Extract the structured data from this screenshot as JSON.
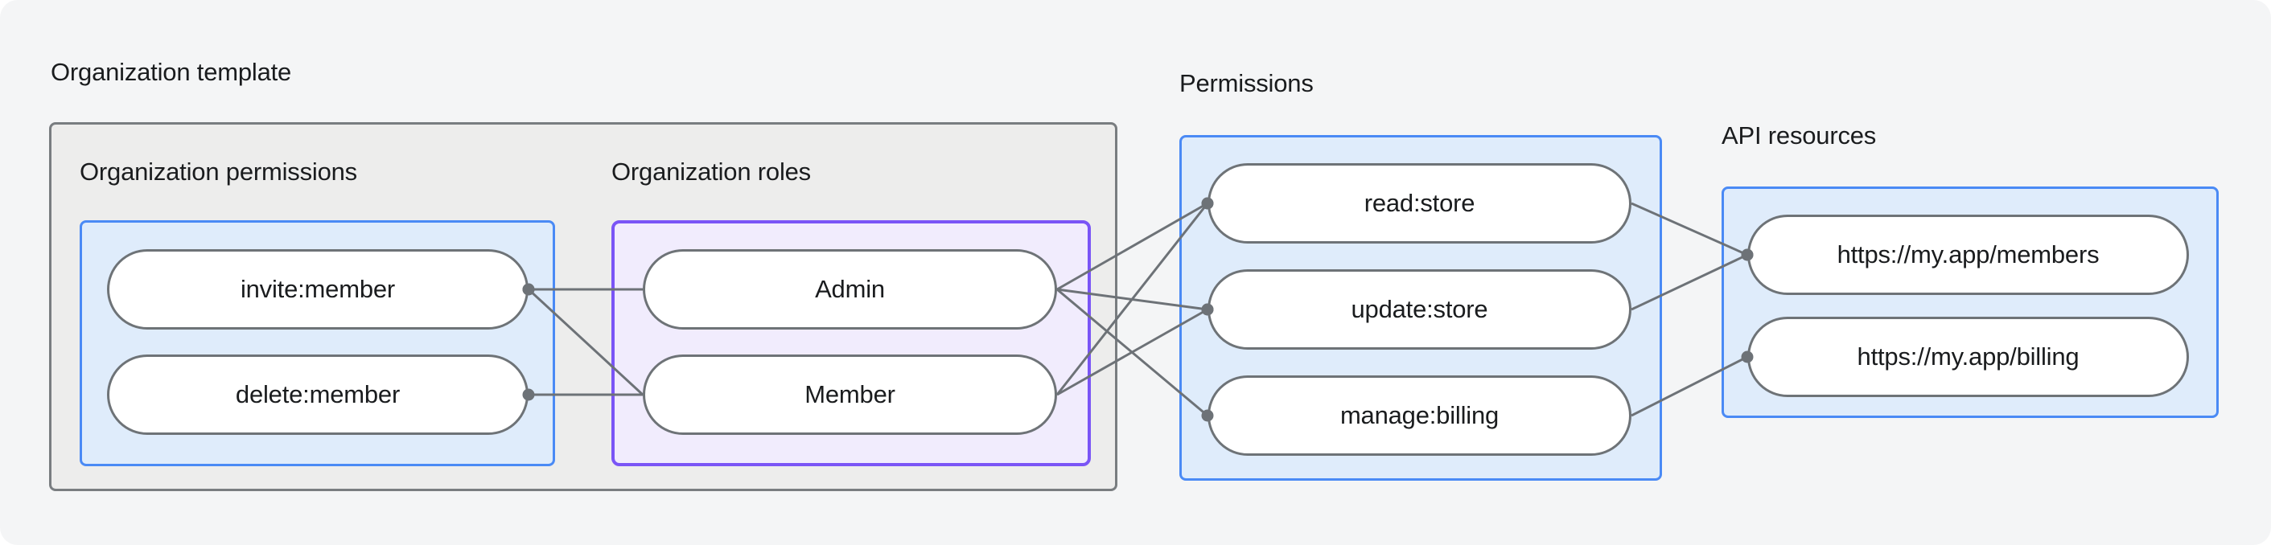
{
  "labels": {
    "org_template": "Organization template",
    "org_permissions": "Organization permissions",
    "org_roles": "Organization roles",
    "permissions": "Permissions",
    "api_resources": "API resources"
  },
  "nodes": [
    {
      "id": "invite_member",
      "label": "invite:member",
      "group": "org_permissions"
    },
    {
      "id": "delete_member",
      "label": "delete:member",
      "group": "org_permissions"
    },
    {
      "id": "admin",
      "label": "Admin",
      "group": "org_roles"
    },
    {
      "id": "member",
      "label": "Member",
      "group": "org_roles"
    },
    {
      "id": "read_store",
      "label": "read:store",
      "group": "permissions"
    },
    {
      "id": "update_store",
      "label": "update:store",
      "group": "permissions"
    },
    {
      "id": "manage_billing",
      "label": "manage:billing",
      "group": "permissions"
    },
    {
      "id": "members_api",
      "label": "https://my.app/members",
      "group": "api_resources"
    },
    {
      "id": "billing_api",
      "label": "https://my.app/billing",
      "group": "api_resources"
    }
  ],
  "edges": [
    {
      "from": "invite_member",
      "to": "admin",
      "dot": "from"
    },
    {
      "from": "invite_member",
      "to": "member",
      "dot": "from"
    },
    {
      "from": "delete_member",
      "to": "member",
      "dot": "from"
    },
    {
      "from": "admin",
      "to": "read_store",
      "dot": "to"
    },
    {
      "from": "admin",
      "to": "update_store",
      "dot": "to"
    },
    {
      "from": "admin",
      "to": "manage_billing",
      "dot": "to"
    },
    {
      "from": "member",
      "to": "read_store",
      "dot": "to"
    },
    {
      "from": "member",
      "to": "update_store",
      "dot": "to"
    },
    {
      "from": "read_store",
      "to": "members_api",
      "dot": "to"
    },
    {
      "from": "update_store",
      "to": "members_api",
      "dot": "to"
    },
    {
      "from": "manage_billing",
      "to": "billing_api",
      "dot": "to"
    }
  ],
  "colors": {
    "bg": "#f4f5f6",
    "text": "#1a1c1e",
    "line": "#6d7277",
    "dot": "#6d7277",
    "pill_fill": "#ffffff",
    "pill_border": "#6e7377",
    "gray_box_fill": "#ededec",
    "gray_box_border": "#797d80",
    "blue_box_fill": "#dfecfb",
    "blue_box_border": "#4a8af5",
    "purple_box_fill": "#f1ecfd",
    "purple_box_border": "#7a55f6"
  }
}
